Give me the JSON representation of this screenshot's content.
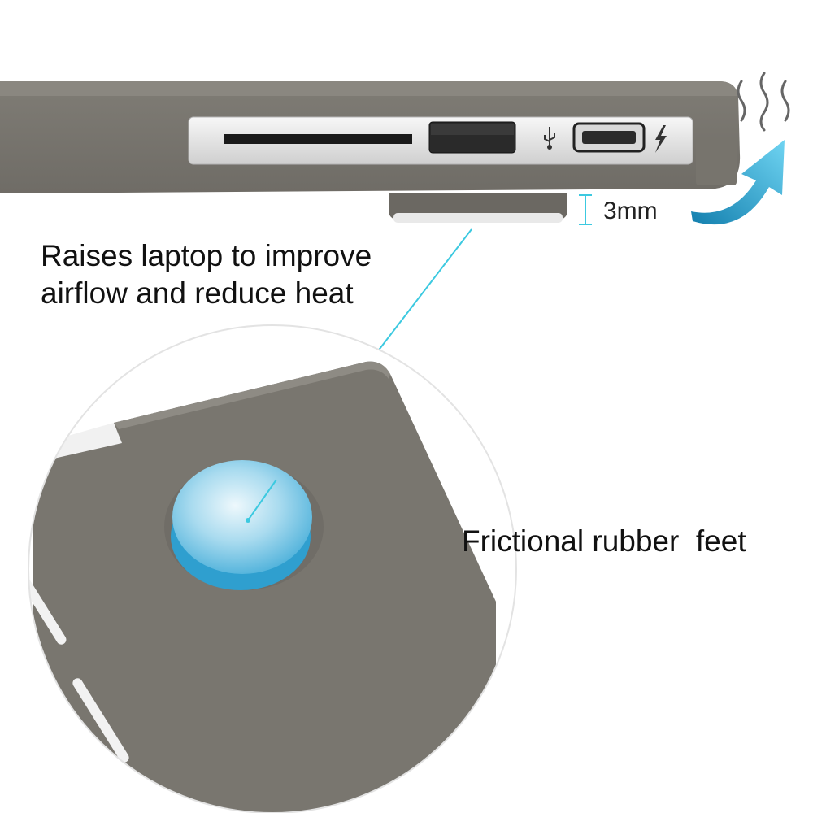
{
  "captions": {
    "raise_line1": "Raises laptop to improve",
    "raise_line2": "airflow and reduce heat",
    "feet": "Frictional rubber  feet"
  },
  "measure": {
    "height_label": "3mm"
  },
  "colors": {
    "case": "#79766f",
    "case_edge": "#8a8780",
    "foot": "#4bb4dc",
    "accent_line": "#3cc9e0",
    "arrow": "#1e9ecf",
    "port_panel": "#e6e6e6",
    "background": "#ffffff"
  },
  "icons": {
    "usb": "usb-icon",
    "thunderbolt": "thunderbolt-icon",
    "heat": "heat-wave-icon",
    "arrow": "curved-arrow-icon"
  }
}
